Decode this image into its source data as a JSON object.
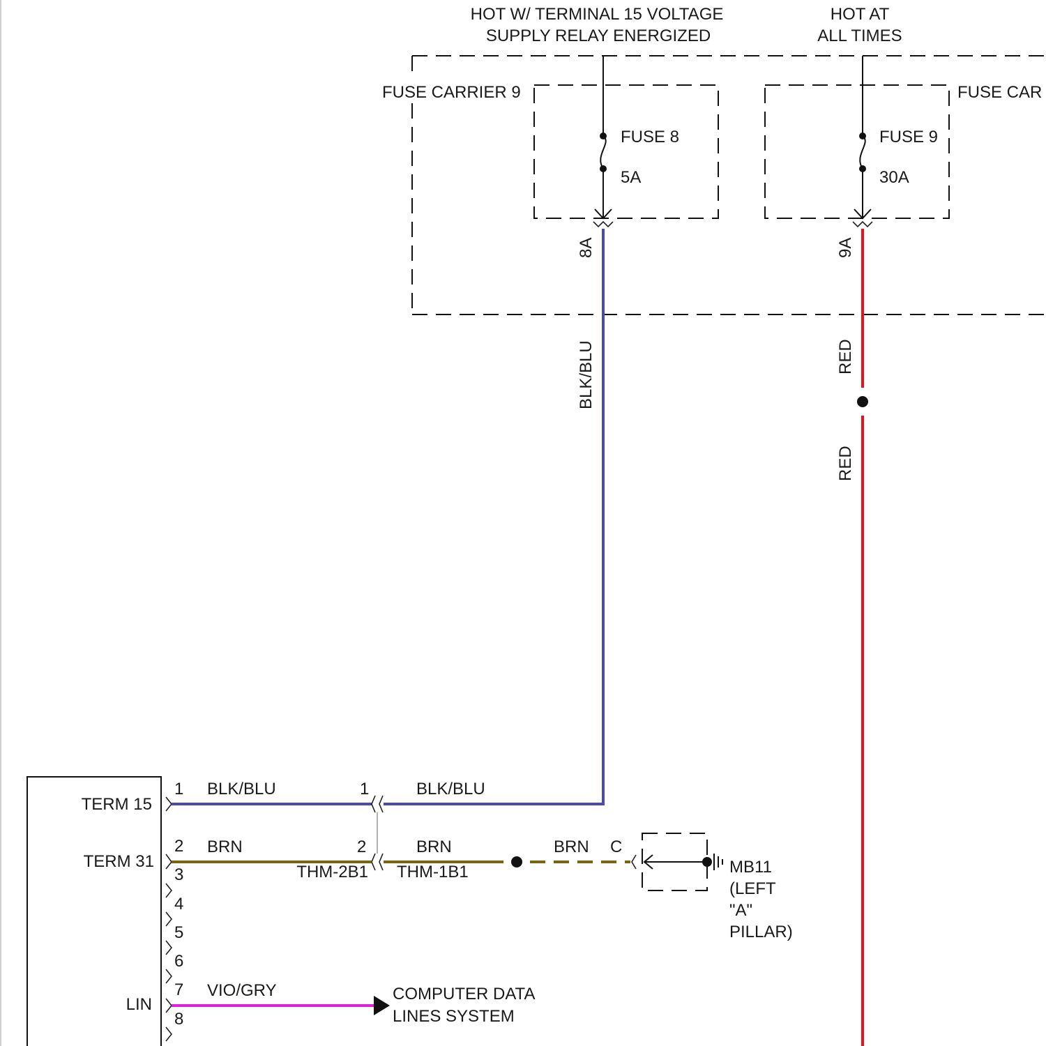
{
  "headers": {
    "term15_line1": "HOT W/ TERMINAL 15 VOLTAGE",
    "term15_line2": "SUPPLY RELAY ENERGIZED",
    "hot_line1": "HOT AT",
    "hot_line2": "ALL TIMES"
  },
  "fuse_carrier": {
    "left_label": "FUSE CARRIER 9",
    "right_label": "FUSE CAR"
  },
  "fuses": [
    {
      "name": "FUSE 8",
      "rating": "5A",
      "terminal": "8A"
    },
    {
      "name": "FUSE 9",
      "rating": "30A",
      "terminal": "9A"
    }
  ],
  "wires": {
    "blk_blu": "BLK/BLU",
    "red": "RED",
    "brn": "BRN",
    "vio_gry": "VIO/GRY"
  },
  "colors": {
    "blk_blu": "#4a4ab0",
    "red": "#e8121a",
    "brn": "#7a6410",
    "vio_gry": "#e020e0"
  },
  "module": {
    "term15": "TERM 15",
    "term31": "TERM 31",
    "lin": "LIN",
    "pins": [
      "1",
      "2",
      "3",
      "4",
      "5",
      "6",
      "7",
      "8"
    ]
  },
  "connectors": {
    "pin1": "1",
    "pin2": "2",
    "left_id": "THM-2B1",
    "right_id": "THM-1B1"
  },
  "ground": {
    "pin": "C",
    "line1": "MB11",
    "line2": "(LEFT",
    "line3": "\"A\"",
    "line4": "PILLAR)"
  },
  "data_link": {
    "line1": "COMPUTER DATA",
    "line2": "LINES SYSTEM"
  }
}
